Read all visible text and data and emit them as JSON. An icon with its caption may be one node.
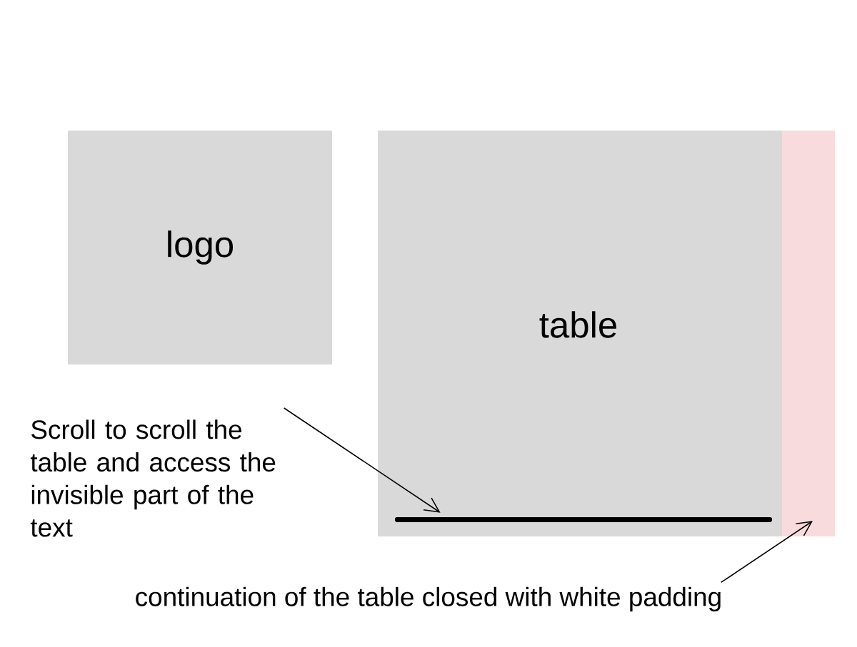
{
  "diagram": {
    "nodes": [
      {
        "text": [
          "logo"
        ]
      },
      {
        "text": [
          "table"
        ]
      },
      {
        "text": [],
        "shape": "box"
      },
      {
        "text": [],
        "shape": "bar",
        "in": 1
      },
      {
        "text": [
          "Scroll to scroll the table and access the invisible part of the text"
        ]
      },
      {
        "text": [
          "continuation of the table closed with white padding"
        ]
      }
    ],
    "edges": [
      {
        "from": 4,
        "to": 3,
        "arrow": "to"
      },
      {
        "from": 5,
        "to": 2,
        "arrow": "to"
      }
    ]
  }
}
